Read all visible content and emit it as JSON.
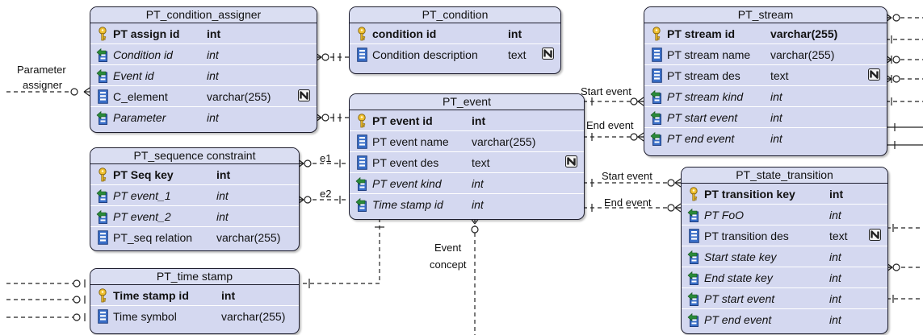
{
  "tables": {
    "condition_assigner": {
      "title": "PT_condition_assigner",
      "rows": [
        {
          "name": "PT assign id",
          "type": "int",
          "kind": "pk"
        },
        {
          "name": "Condition id",
          "type": "int",
          "kind": "fk"
        },
        {
          "name": "Event id",
          "type": "int",
          "kind": "fk"
        },
        {
          "name": "C_element",
          "type": "varchar(255)",
          "kind": "attr",
          "nullable": true
        },
        {
          "name": "Parameter",
          "type": "int",
          "kind": "fk"
        }
      ]
    },
    "condition": {
      "title": "PT_condition",
      "rows": [
        {
          "name": "condition id",
          "type": "int",
          "kind": "pk"
        },
        {
          "name": "Condition description",
          "type": "text",
          "kind": "attr",
          "nullable": true
        }
      ]
    },
    "stream": {
      "title": "PT_stream",
      "rows": [
        {
          "name": "PT stream id",
          "type": "varchar(255)",
          "kind": "pk"
        },
        {
          "name": "PT stream name",
          "type": "varchar(255)",
          "kind": "attr"
        },
        {
          "name": "PT stream des",
          "type": "text",
          "kind": "attr",
          "nullable": true
        },
        {
          "name": "PT stream kind",
          "type": "int",
          "kind": "fk"
        },
        {
          "name": "PT start event",
          "type": "int",
          "kind": "fk"
        },
        {
          "name": "PT end event",
          "type": "int",
          "kind": "fk"
        }
      ]
    },
    "event": {
      "title": "PT_event",
      "rows": [
        {
          "name": "PT event id",
          "type": "int",
          "kind": "pk"
        },
        {
          "name": "PT event name",
          "type": "varchar(255)",
          "kind": "attr"
        },
        {
          "name": "PT event des",
          "type": "text",
          "kind": "attr",
          "nullable": true
        },
        {
          "name": "PT event kind",
          "type": "int",
          "kind": "fk"
        },
        {
          "name": "Time stamp id",
          "type": "int",
          "kind": "fk"
        }
      ]
    },
    "sequence_constraint": {
      "title": "PT_sequence constraint",
      "rows": [
        {
          "name": "PT Seq key",
          "type": "int",
          "kind": "pk"
        },
        {
          "name": "PT event_1",
          "type": "int",
          "kind": "fk"
        },
        {
          "name": "PT event_2",
          "type": "int",
          "kind": "fk"
        },
        {
          "name": "PT_seq relation",
          "type": "varchar(255)",
          "kind": "attr"
        }
      ]
    },
    "state_transition": {
      "title": "PT_state_transition",
      "rows": [
        {
          "name": "PT transition key",
          "type": "int",
          "kind": "pk"
        },
        {
          "name": "PT FoO",
          "type": "int",
          "kind": "fk"
        },
        {
          "name": "PT transition des",
          "type": "text",
          "kind": "attr",
          "nullable": true
        },
        {
          "name": "Start state key",
          "type": "int",
          "kind": "fk"
        },
        {
          "name": "End state key",
          "type": "int",
          "kind": "fk"
        },
        {
          "name": "PT start event",
          "type": "int",
          "kind": "fk"
        },
        {
          "name": "PT end event",
          "type": "int",
          "kind": "fk"
        }
      ]
    },
    "time_stamp": {
      "title": "PT_time stamp",
      "rows": [
        {
          "name": "Time stamp id",
          "type": "int",
          "kind": "pk"
        },
        {
          "name": "Time symbol",
          "type": "varchar(255)",
          "kind": "attr"
        }
      ]
    }
  },
  "labels": {
    "parameter": "Parameter",
    "assigner": "assigner",
    "start_event_1": "Start event",
    "end_event_1": "End event",
    "e1": "e1",
    "e2": "e2",
    "start_event_2": "Start event",
    "end_event_2": "End event",
    "event": "Event",
    "concept": "concept"
  },
  "colors": {
    "table_fill": "#d4d8f0",
    "table_border": "#1c1c2c",
    "key_icon": "#f0c030",
    "fk_icon_arrow": "#2a8a3a",
    "column_icon": "#3a6fc8"
  }
}
